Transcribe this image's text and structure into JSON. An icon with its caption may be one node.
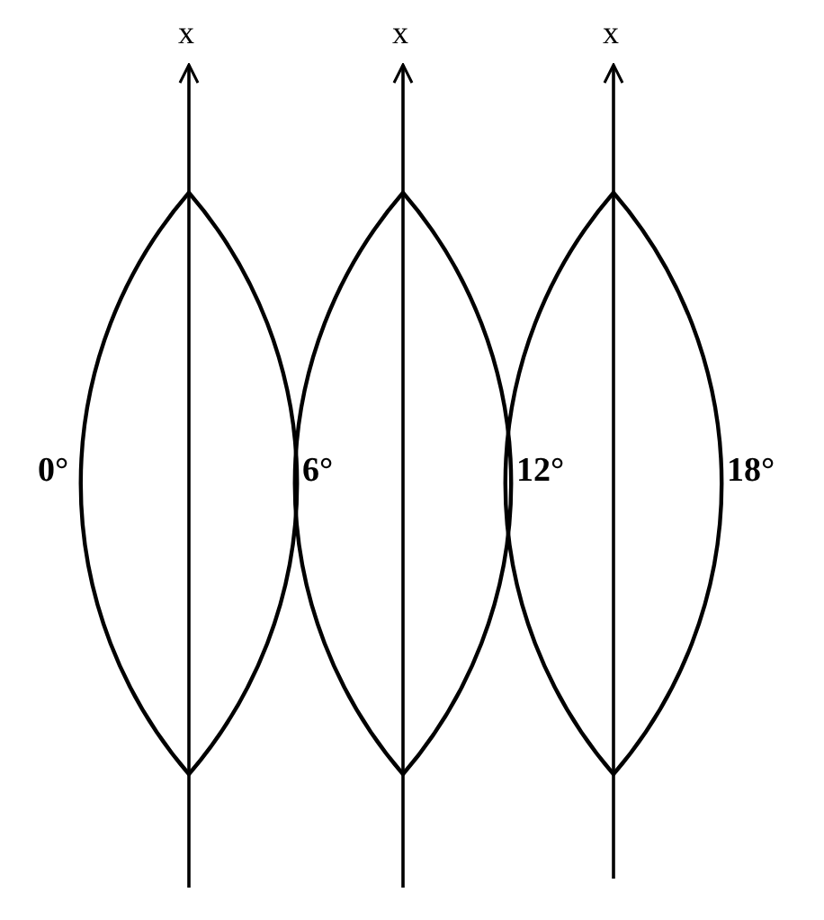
{
  "diagram": {
    "labels": [
      "x",
      "x",
      "x",
      "0°",
      "6°",
      "12°",
      "18°"
    ]
  }
}
